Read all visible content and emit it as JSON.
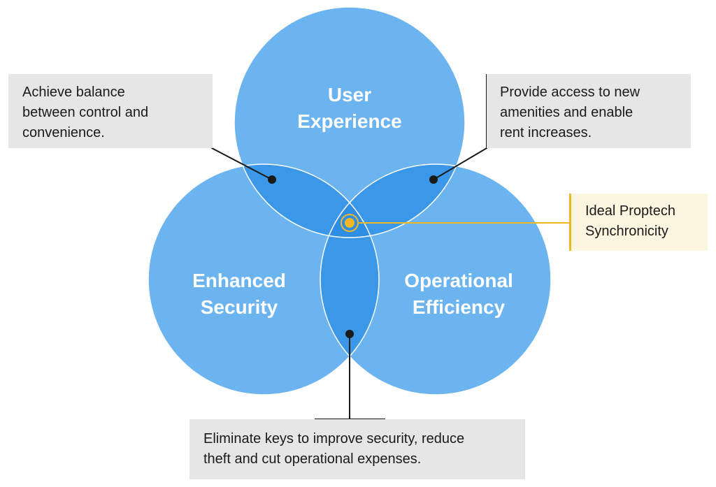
{
  "circles": {
    "user_experience": {
      "line1": "User",
      "line2": "Experience"
    },
    "enhanced_security": {
      "line1": "Enhanced",
      "line2": "Security"
    },
    "operational_efficiency": {
      "line1": "Operational",
      "line2": "Efficiency"
    }
  },
  "callouts": {
    "top_left": {
      "lines": [
        "Achieve balance",
        "between control and",
        "convenience."
      ]
    },
    "top_right": {
      "lines": [
        "Provide access to new",
        "amenities and enable",
        "rent increases."
      ]
    },
    "center": {
      "lines": [
        "Ideal Proptech",
        "Synchronicity"
      ]
    },
    "bottom": {
      "lines": [
        "Eliminate keys to improve security, reduce",
        "theft and cut operational expenses."
      ]
    }
  },
  "colors": {
    "circle_fill": "#6cb4f0",
    "overlap_fill": "#3b97e8",
    "center_fill": "#2f8de4",
    "callout_gray": "#e6e6e6",
    "callout_yellow": "#fcf6e0",
    "accent_yellow": "#f1b823",
    "leader_line": "#1a1a1a"
  }
}
